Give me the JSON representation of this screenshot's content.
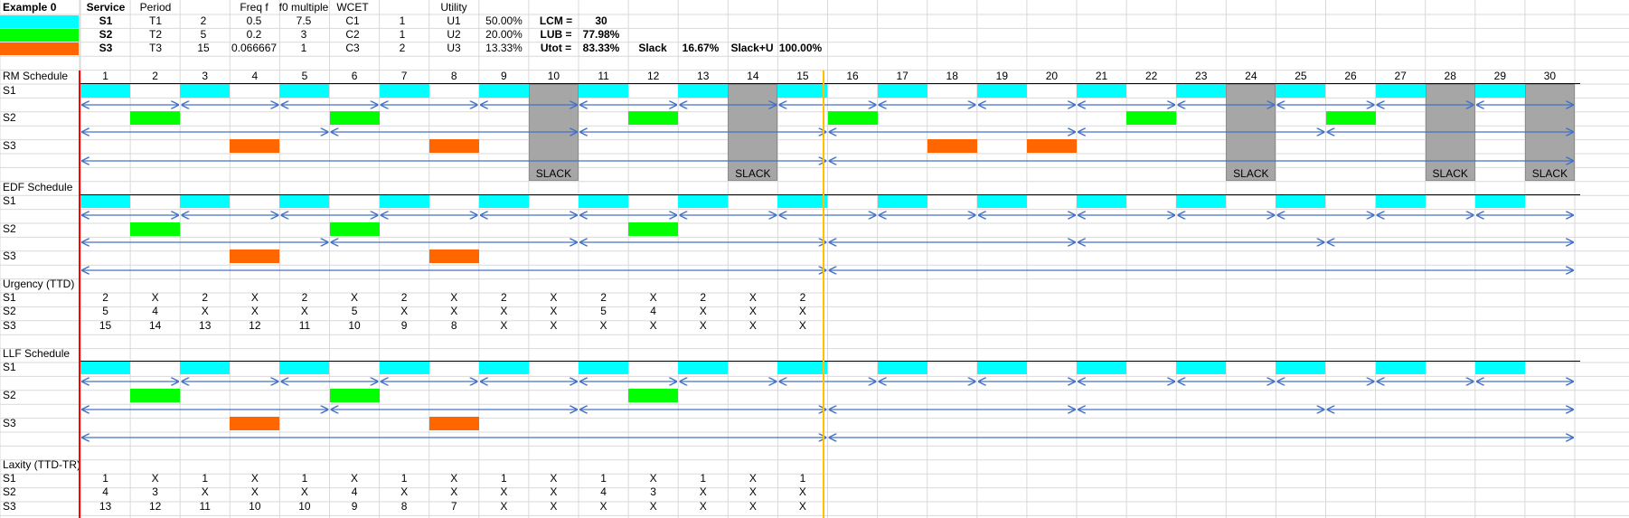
{
  "colors": {
    "s1": "#00ffff",
    "s2": "#00ff00",
    "s3": "#ff6600",
    "slack": "#a6a6a6",
    "arrow": "#4472c4",
    "red_line": "#ff0000",
    "orange_line": "#ffc000",
    "gridline": "#d9d9d9"
  },
  "header": {
    "title": "Example 0",
    "col_service": "Service",
    "col_period": "Period",
    "col_freq": "Freq f",
    "col_f0": "f0 multiple",
    "col_wcet": "WCET",
    "col_utility": "Utility",
    "rows": [
      {
        "service": "S1",
        "period": "T1",
        "p": "2",
        "freq": "0.5",
        "f0": "7.5",
        "wcet": "C1",
        "c": "1",
        "util_name": "U1",
        "util": "50.00%"
      },
      {
        "service": "S2",
        "period": "T2",
        "p": "5",
        "freq": "0.2",
        "f0": "3",
        "wcet": "C2",
        "c": "1",
        "util_name": "U2",
        "util": "20.00%"
      },
      {
        "service": "S3",
        "period": "T3",
        "p": "15",
        "freq": "0.066667",
        "f0": "1",
        "wcet": "C3",
        "c": "2",
        "util_name": "U3",
        "util": "13.33%"
      }
    ],
    "lcm_label": "LCM =",
    "lcm_value": "30",
    "lub_label": "LUB =",
    "lub_value": "77.98%",
    "utot_label": "Utot =",
    "utot_value": "83.33%",
    "slack_label": "Slack",
    "slack_value": "16.67%",
    "slacku_label": "Slack+U",
    "slacku_value": "100.00%"
  },
  "timeline": [
    "1",
    "2",
    "3",
    "4",
    "5",
    "6",
    "7",
    "8",
    "9",
    "10",
    "11",
    "12",
    "13",
    "14",
    "15",
    "16",
    "17",
    "18",
    "19",
    "20",
    "21",
    "22",
    "23",
    "24",
    "25",
    "26",
    "27",
    "28",
    "29",
    "30"
  ],
  "sections": {
    "rm": {
      "title": "RM Schedule",
      "s1": "S1",
      "s2": "S2",
      "s3": "S3",
      "slack_text": "SLACK"
    },
    "edf": {
      "title": "EDF Schedule",
      "s1": "S1",
      "s2": "S2",
      "s3": "S3"
    },
    "urgency": {
      "title": "Urgency (TTD)",
      "s1": "S1",
      "s2": "S2",
      "s3": "S3"
    },
    "llf": {
      "title": "LLF Schedule",
      "s1": "S1",
      "s2": "S2",
      "s3": "S3"
    },
    "laxity": {
      "title": "Laxity (TTD-TR)",
      "s1": "S1",
      "s2": "S2",
      "s3": "S3"
    }
  },
  "schedules": {
    "rm": {
      "s1": [
        1,
        3,
        5,
        7,
        9,
        11,
        13,
        15,
        17,
        19,
        21,
        23,
        25,
        27,
        29
      ],
      "s2": [
        2,
        6,
        12,
        16,
        22,
        26
      ],
      "s3": [
        4,
        8,
        18,
        20
      ],
      "slack": [
        10,
        14,
        24,
        28,
        30
      ]
    },
    "edf": {
      "s1": [
        1,
        3,
        5,
        7,
        9,
        11,
        13,
        15,
        17,
        19,
        21,
        23,
        25,
        27,
        29
      ],
      "s2": [
        2,
        6,
        12
      ],
      "s3": [
        4,
        8
      ]
    },
    "llf": {
      "s1": [
        1,
        3,
        5,
        7,
        9,
        11,
        13,
        15,
        17,
        19,
        21,
        23,
        25,
        27,
        29
      ],
      "s2": [
        2,
        6,
        12
      ],
      "s3": [
        4,
        8
      ]
    }
  },
  "urgency_values": {
    "s1": [
      "2",
      "X",
      "2",
      "X",
      "2",
      "X",
      "2",
      "X",
      "2",
      "X",
      "2",
      "X",
      "2",
      "X",
      "2"
    ],
    "s2": [
      "5",
      "4",
      "X",
      "X",
      "X",
      "5",
      "X",
      "X",
      "X",
      "X",
      "5",
      "4",
      "X",
      "X",
      "X"
    ],
    "s3": [
      "15",
      "14",
      "13",
      "12",
      "11",
      "10",
      "9",
      "8",
      "X",
      "X",
      "X",
      "X",
      "X",
      "X",
      "X"
    ]
  },
  "laxity_values": {
    "s1": [
      "1",
      "X",
      "1",
      "X",
      "1",
      "X",
      "1",
      "X",
      "1",
      "X",
      "1",
      "X",
      "1",
      "X",
      "1"
    ],
    "s2": [
      "4",
      "3",
      "X",
      "X",
      "X",
      "4",
      "X",
      "X",
      "X",
      "X",
      "4",
      "3",
      "X",
      "X",
      "X"
    ],
    "s3": [
      "13",
      "12",
      "11",
      "10",
      "10",
      "9",
      "8",
      "7",
      "X",
      "X",
      "X",
      "X",
      "X",
      "X",
      "X"
    ]
  }
}
